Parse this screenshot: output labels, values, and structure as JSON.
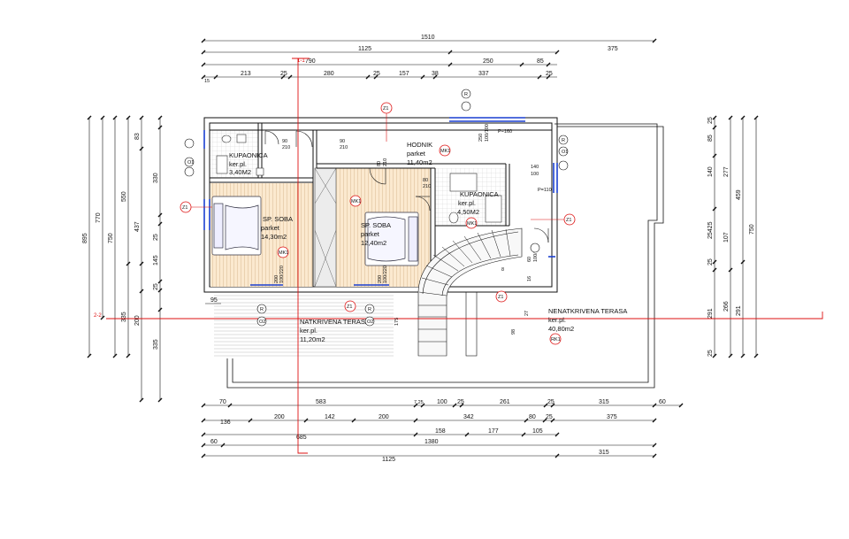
{
  "rooms": {
    "kupaonica1": {
      "name": "KUPAONICA",
      "floor": "ker.pl.",
      "area": "3,40M2"
    },
    "hodnik": {
      "name": "HODNIK",
      "floor": "parket",
      "area": "11,40m2"
    },
    "kupaonica2": {
      "name": "KUPAONICA",
      "floor": "ker.pl.",
      "area": "4,50M2"
    },
    "soba1": {
      "name": "SP. SOBA",
      "floor": "parket",
      "area": "14,30m2"
    },
    "soba2": {
      "name": "SP. SOBA",
      "floor": "parket",
      "area": "12,40m2"
    },
    "natkrivena": {
      "name": "NATKRIVENA TERASA",
      "floor": "ker.pl.",
      "area": "11,20m2"
    },
    "nenatkrivena": {
      "name": "NENATKRIVENA TERASA",
      "floor": "ker.pl.",
      "area": "40,80m2"
    }
  },
  "section_marks": {
    "s1": "1-1",
    "s2": "2-2"
  },
  "tags": {
    "z1": "Z1",
    "mk1": "MK1",
    "rk1": "RK1",
    "r": "R",
    "o1": "O1",
    "o2": "O2"
  },
  "dims": {
    "top_row1": [
      "1510"
    ],
    "top_row2": [
      "1125",
      "375"
    ],
    "top_row3": [
      "790",
      "250",
      "85"
    ],
    "top_row4": [
      "15",
      "213",
      "25",
      "280",
      "25",
      "157",
      "38",
      "337",
      "25"
    ],
    "bot_row1": [
      "70",
      "583",
      "7.25",
      "100",
      "25",
      "261",
      "25",
      "315",
      "60"
    ],
    "bot_row2": [
      "136",
      "200",
      "142",
      "200",
      "342",
      "80",
      "25",
      "375"
    ],
    "bot_row3": [
      "685",
      "158",
      "177",
      "105"
    ],
    "bot_row4": [
      "60",
      "1380"
    ],
    "bot_row5": [
      "1125",
      "315"
    ],
    "left_outer": [
      "895"
    ],
    "left_2": [
      "770"
    ],
    "left_3": [
      "750"
    ],
    "left_4": [
      "550",
      "335"
    ],
    "left_5": [
      "83",
      "330",
      "437",
      "25",
      "145",
      "25",
      "200",
      "335"
    ],
    "left_95": "95",
    "right_outer": [
      "750"
    ],
    "right_2": [
      "459",
      "291"
    ],
    "right_3": [
      "277",
      "107",
      "266"
    ],
    "right_4": [
      "25",
      "85",
      "140",
      "25425",
      "25",
      "291",
      "25"
    ],
    "openings": {
      "d1": "90",
      "d1b": "210",
      "d2": "90",
      "d2b": "210",
      "d3": "80",
      "d3b": "210",
      "d4": "80",
      "d4b": "210",
      "w1": "140",
      "w1b": "100",
      "w2": "250",
      "w2b": "100/100",
      "w3": "200",
      "w3b": "100/220",
      "w4": "200",
      "w4b": "100/220",
      "w5": "60",
      "w5b": "100/220",
      "v1": "27",
      "v2": "98",
      "v3": "175",
      "v4": "16",
      "v5": "8"
    },
    "parapet": "P=110",
    "parapet2": "P=160"
  }
}
